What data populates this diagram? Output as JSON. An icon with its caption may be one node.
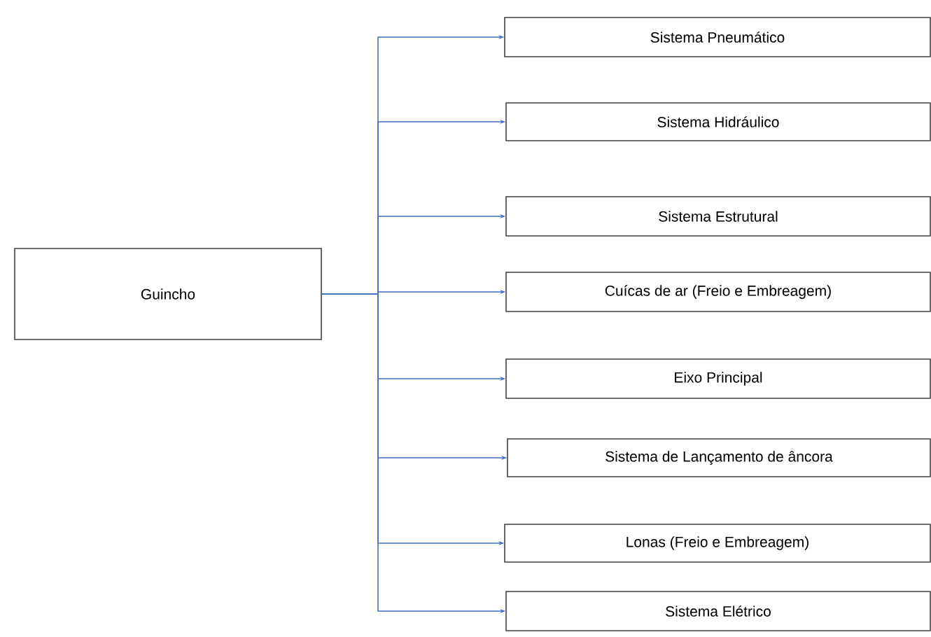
{
  "diagram": {
    "nodes": [
      {
        "text": [
          "Guincho"
        ]
      },
      {
        "text": [
          "Sistema Pneumático"
        ]
      },
      {
        "text": [
          "Sistema Hidráulico"
        ]
      },
      {
        "text": [
          "Sistema Estrutural"
        ]
      },
      {
        "text": [
          "Cuícas de ar (Freio e Embreagem)"
        ]
      },
      {
        "text": [
          "Eixo Principal"
        ]
      },
      {
        "text": [
          "Sistema de Lançamento de âncora"
        ]
      },
      {
        "text": [
          "Lonas (Freio e Embreagem)"
        ]
      },
      {
        "text": [
          "Sistema Elétrico"
        ]
      }
    ],
    "edges": [
      {
        "from": 0,
        "to": 1,
        "arrow": "to"
      },
      {
        "from": 0,
        "to": 2,
        "arrow": "to"
      },
      {
        "from": 0,
        "to": 3,
        "arrow": "to"
      },
      {
        "from": 0,
        "to": 4,
        "arrow": "to"
      },
      {
        "from": 0,
        "to": 5,
        "arrow": "to"
      },
      {
        "from": 0,
        "to": 6,
        "arrow": "to"
      },
      {
        "from": 0,
        "to": 7,
        "arrow": "to"
      },
      {
        "from": 0,
        "to": 8,
        "arrow": "to"
      }
    ]
  }
}
